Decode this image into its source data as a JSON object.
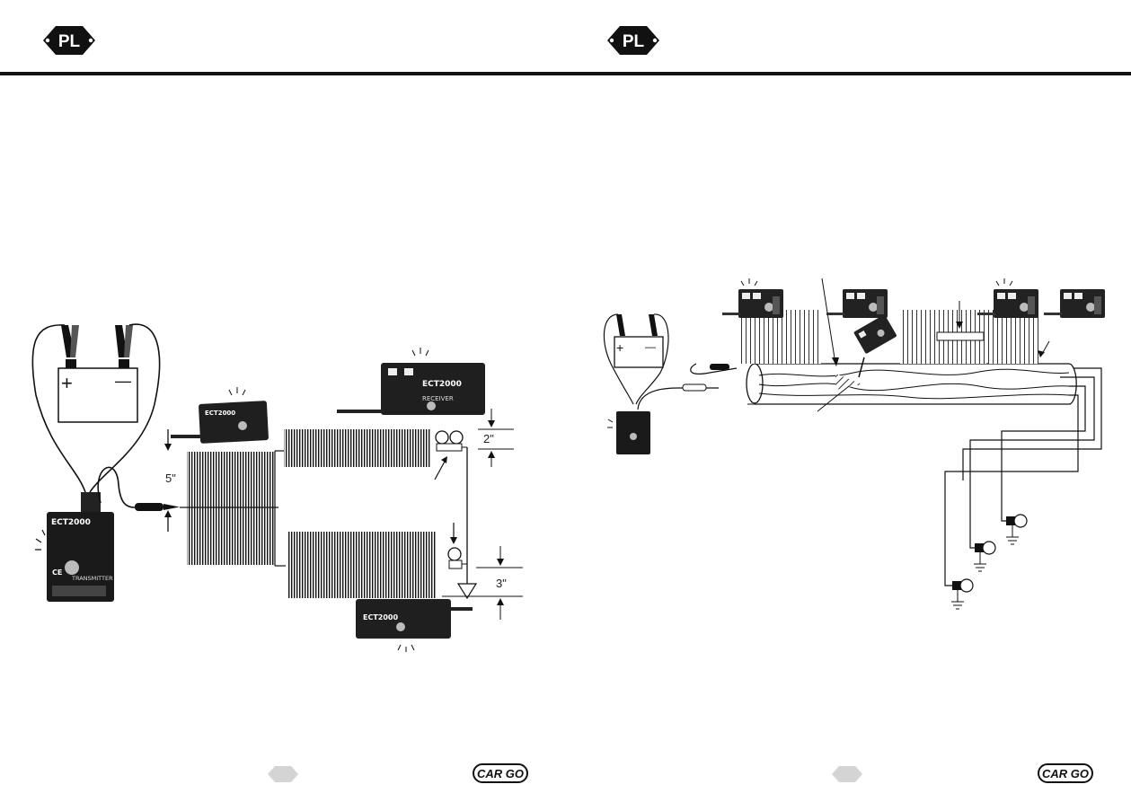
{
  "header": {
    "logo_text": "PL",
    "rule_color": "#111111"
  },
  "left_diagram": {
    "battery_plus": "+",
    "battery_minus": "—",
    "transmitter_model": "ECT2000",
    "transmitter_label": "TRANSMITTER",
    "transmitter_ce": "CE",
    "receiver_model": "ECT2000",
    "receiver_label": "RECEIVER",
    "dimension_1": "5\"",
    "dimension_2": "2\"",
    "dimension_3": "3\""
  },
  "right_diagram": {
    "battery_plus": "+",
    "battery_minus": "—"
  },
  "footer": {
    "brand": "CAR GO"
  },
  "icons": {
    "logo": "pl-diamond-logo",
    "footer_brand": "cargo-logo",
    "page_badge": "grey-diamond-icon",
    "clip": "alligator-clip-icon",
    "bulb": "bulb-icon",
    "ground": "ground-symbol-icon"
  }
}
